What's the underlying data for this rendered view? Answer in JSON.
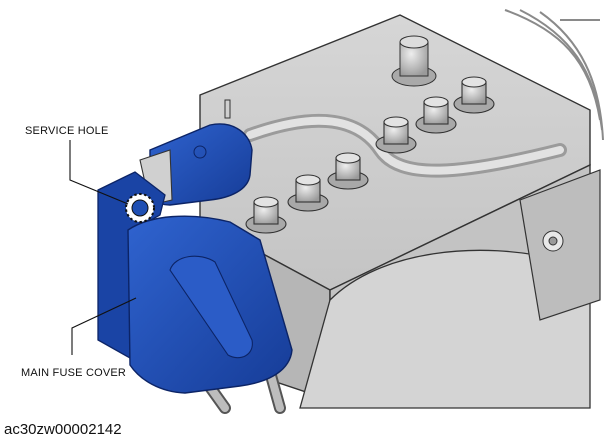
{
  "callouts": {
    "service_hole": "SERVICE HOLE",
    "main_fuse_cover": "MAIN FUSE COVER"
  },
  "figure_id": "ac30zw00002142",
  "colors": {
    "cover_blue": "#1f4fb3",
    "housing_gray": "#cfcfcf",
    "outline": "#333333"
  },
  "icons": [
    "service-hole-marker"
  ]
}
